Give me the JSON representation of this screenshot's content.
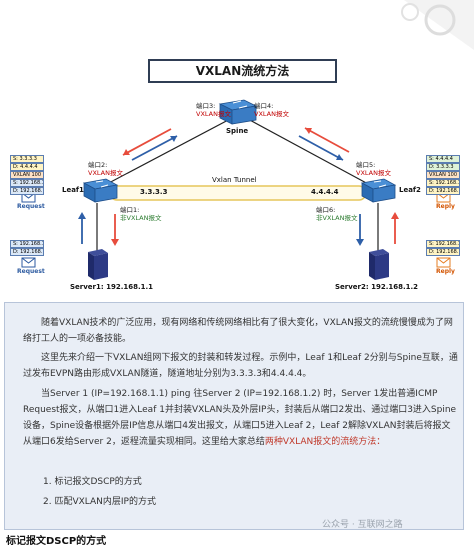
{
  "diagram": {
    "title": "VXLAN流统方法",
    "spine": {
      "name": "Spine",
      "port3_label": "端口3:",
      "port3_desc": "VXLAN报文",
      "port4_label": "端口4:",
      "port4_desc": "VXLAN报文"
    },
    "leaf1": {
      "name": "Leaf1",
      "port2_label": "端口2:",
      "port2_desc": "VXLAN报文",
      "port1_label": "端口1:",
      "port1_desc": "非VXLAN报文",
      "vtep": "3.3.3.3"
    },
    "leaf2": {
      "name": "Leaf2",
      "port5_label": "端口5:",
      "port5_desc": "VXLAN报文",
      "port6_label": "端口6:",
      "port6_desc": "非VXLAN报文",
      "vtep": "4.4.4.4"
    },
    "tunnel_label": "Vxlan Tunnel",
    "server1": "Server1: 192.168.1.1",
    "server2": "Server2: 192.168.1.2",
    "request_label": "Request",
    "reply_label": "Reply",
    "pkt_left_top": [
      "S: 3.3.3.3",
      "D: 4.4.4.4",
      "VXLAN 100",
      "S: 192.168.1.1",
      "D: 192.168.1.2"
    ],
    "pkt_left_bottom": [
      "S: 192.168.1.1",
      "D: 192.168.1.2"
    ],
    "pkt_right_top": [
      "S: 4.4.4.4",
      "D: 3.3.3.3",
      "VXLAN 100",
      "S: 192.168.1.2",
      "D: 192.168.1.1"
    ],
    "pkt_right_bottom": [
      "S: 192.168.1.2",
      "D: 192.168.1.1"
    ],
    "colors": {
      "request_blue": "#2c5aa0",
      "reply_orange": "#e67e22",
      "arrow_red": "#e74c3c",
      "arrow_blue": "#2e5fa8"
    }
  },
  "article": {
    "p1": "随着VXLAN技术的广泛应用，现有网络和传统网络相比有了很大变化，VXLAN报文的流统慢慢成为了网络打工人的一项必备技能。",
    "p2": "这里先来介绍一下VXLAN组网下报文的封装和转发过程。示例中，Leaf 1和Leaf 2分别与Spine互联，通过发布EVPN路由形成VXLAN隧道，隧道地址分别为3.3.3.3和4.4.4.4。",
    "p3": "当Server 1 (IP=192.168.1.1) ping 往Server 2 (IP=192.168.1.2) 时，Server 1发出普通ICMP Request报文，从端口1进入Leaf 1并封装VXLAN头及外层IP头，封装后从端口2发出、通过端口3进入Spine设备，Spine设备根据外层IP信息从端口4发出报文，从端口5进入Leaf 2，Leaf 2解除VXLAN封装后将报文从端口6发给Server 2，返程流量实现相同。这里给大家总结",
    "p3_highlight": "两种VXLAN报文的流统方法",
    "p3_end": "：",
    "item1": "1. 标记报文DSCP的方式",
    "item2": "2. 匹配VXLAN内层IP的方式",
    "section_title": "标记报文DSCP的方式",
    "watermark": "公众号 · 互联网之路"
  }
}
